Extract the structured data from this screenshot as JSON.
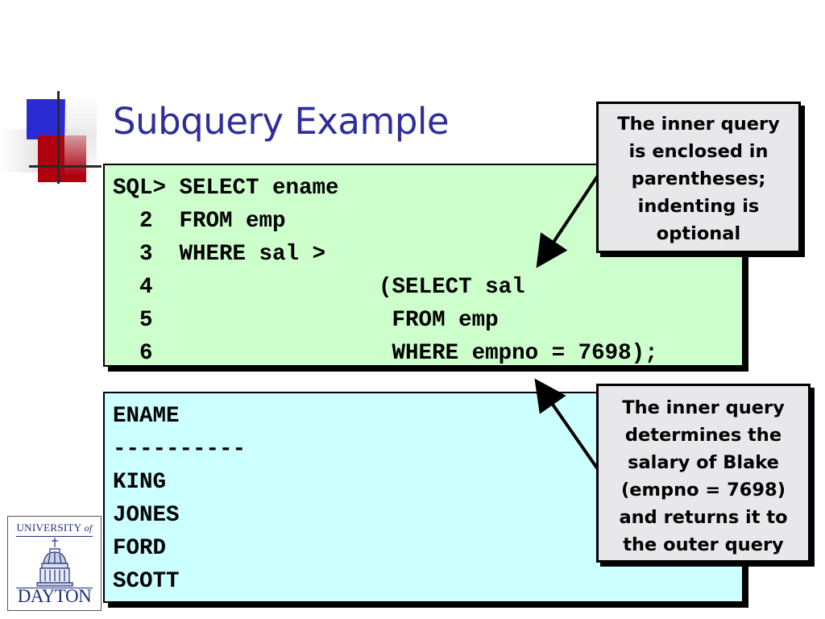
{
  "slide": {
    "title": "Subquery Example"
  },
  "sql": {
    "lines": [
      "SQL> SELECT ename",
      "  2  FROM emp",
      "  3  WHERE sal >",
      "  4                 (SELECT sal",
      "  5                  FROM emp",
      "  6                  WHERE empno = 7698);"
    ]
  },
  "result": {
    "lines": [
      "ENAME",
      "----------",
      "KING",
      "JONES",
      "FORD",
      "SCOTT"
    ]
  },
  "callouts": {
    "enclosed": {
      "lines": [
        "The inner query",
        "is enclosed in",
        "parentheses;",
        "indenting is",
        "optional"
      ]
    },
    "determines": {
      "lines": [
        "The inner query",
        "determines the",
        "salary of Blake",
        "(empno = 7698)",
        "and returns it to",
        "the outer query"
      ]
    }
  },
  "logo": {
    "top_text": "UNIVERSITY",
    "top_of": "of",
    "bottom_text": "DAYTON"
  },
  "colors": {
    "title": "#2e2e9a",
    "sql_box_bg": "#ccffcc",
    "result_box_bg": "#ccffff",
    "callout_bg": "#e8e8ea",
    "deco_blue": "#2b2bd4",
    "deco_red": "#b00010"
  }
}
